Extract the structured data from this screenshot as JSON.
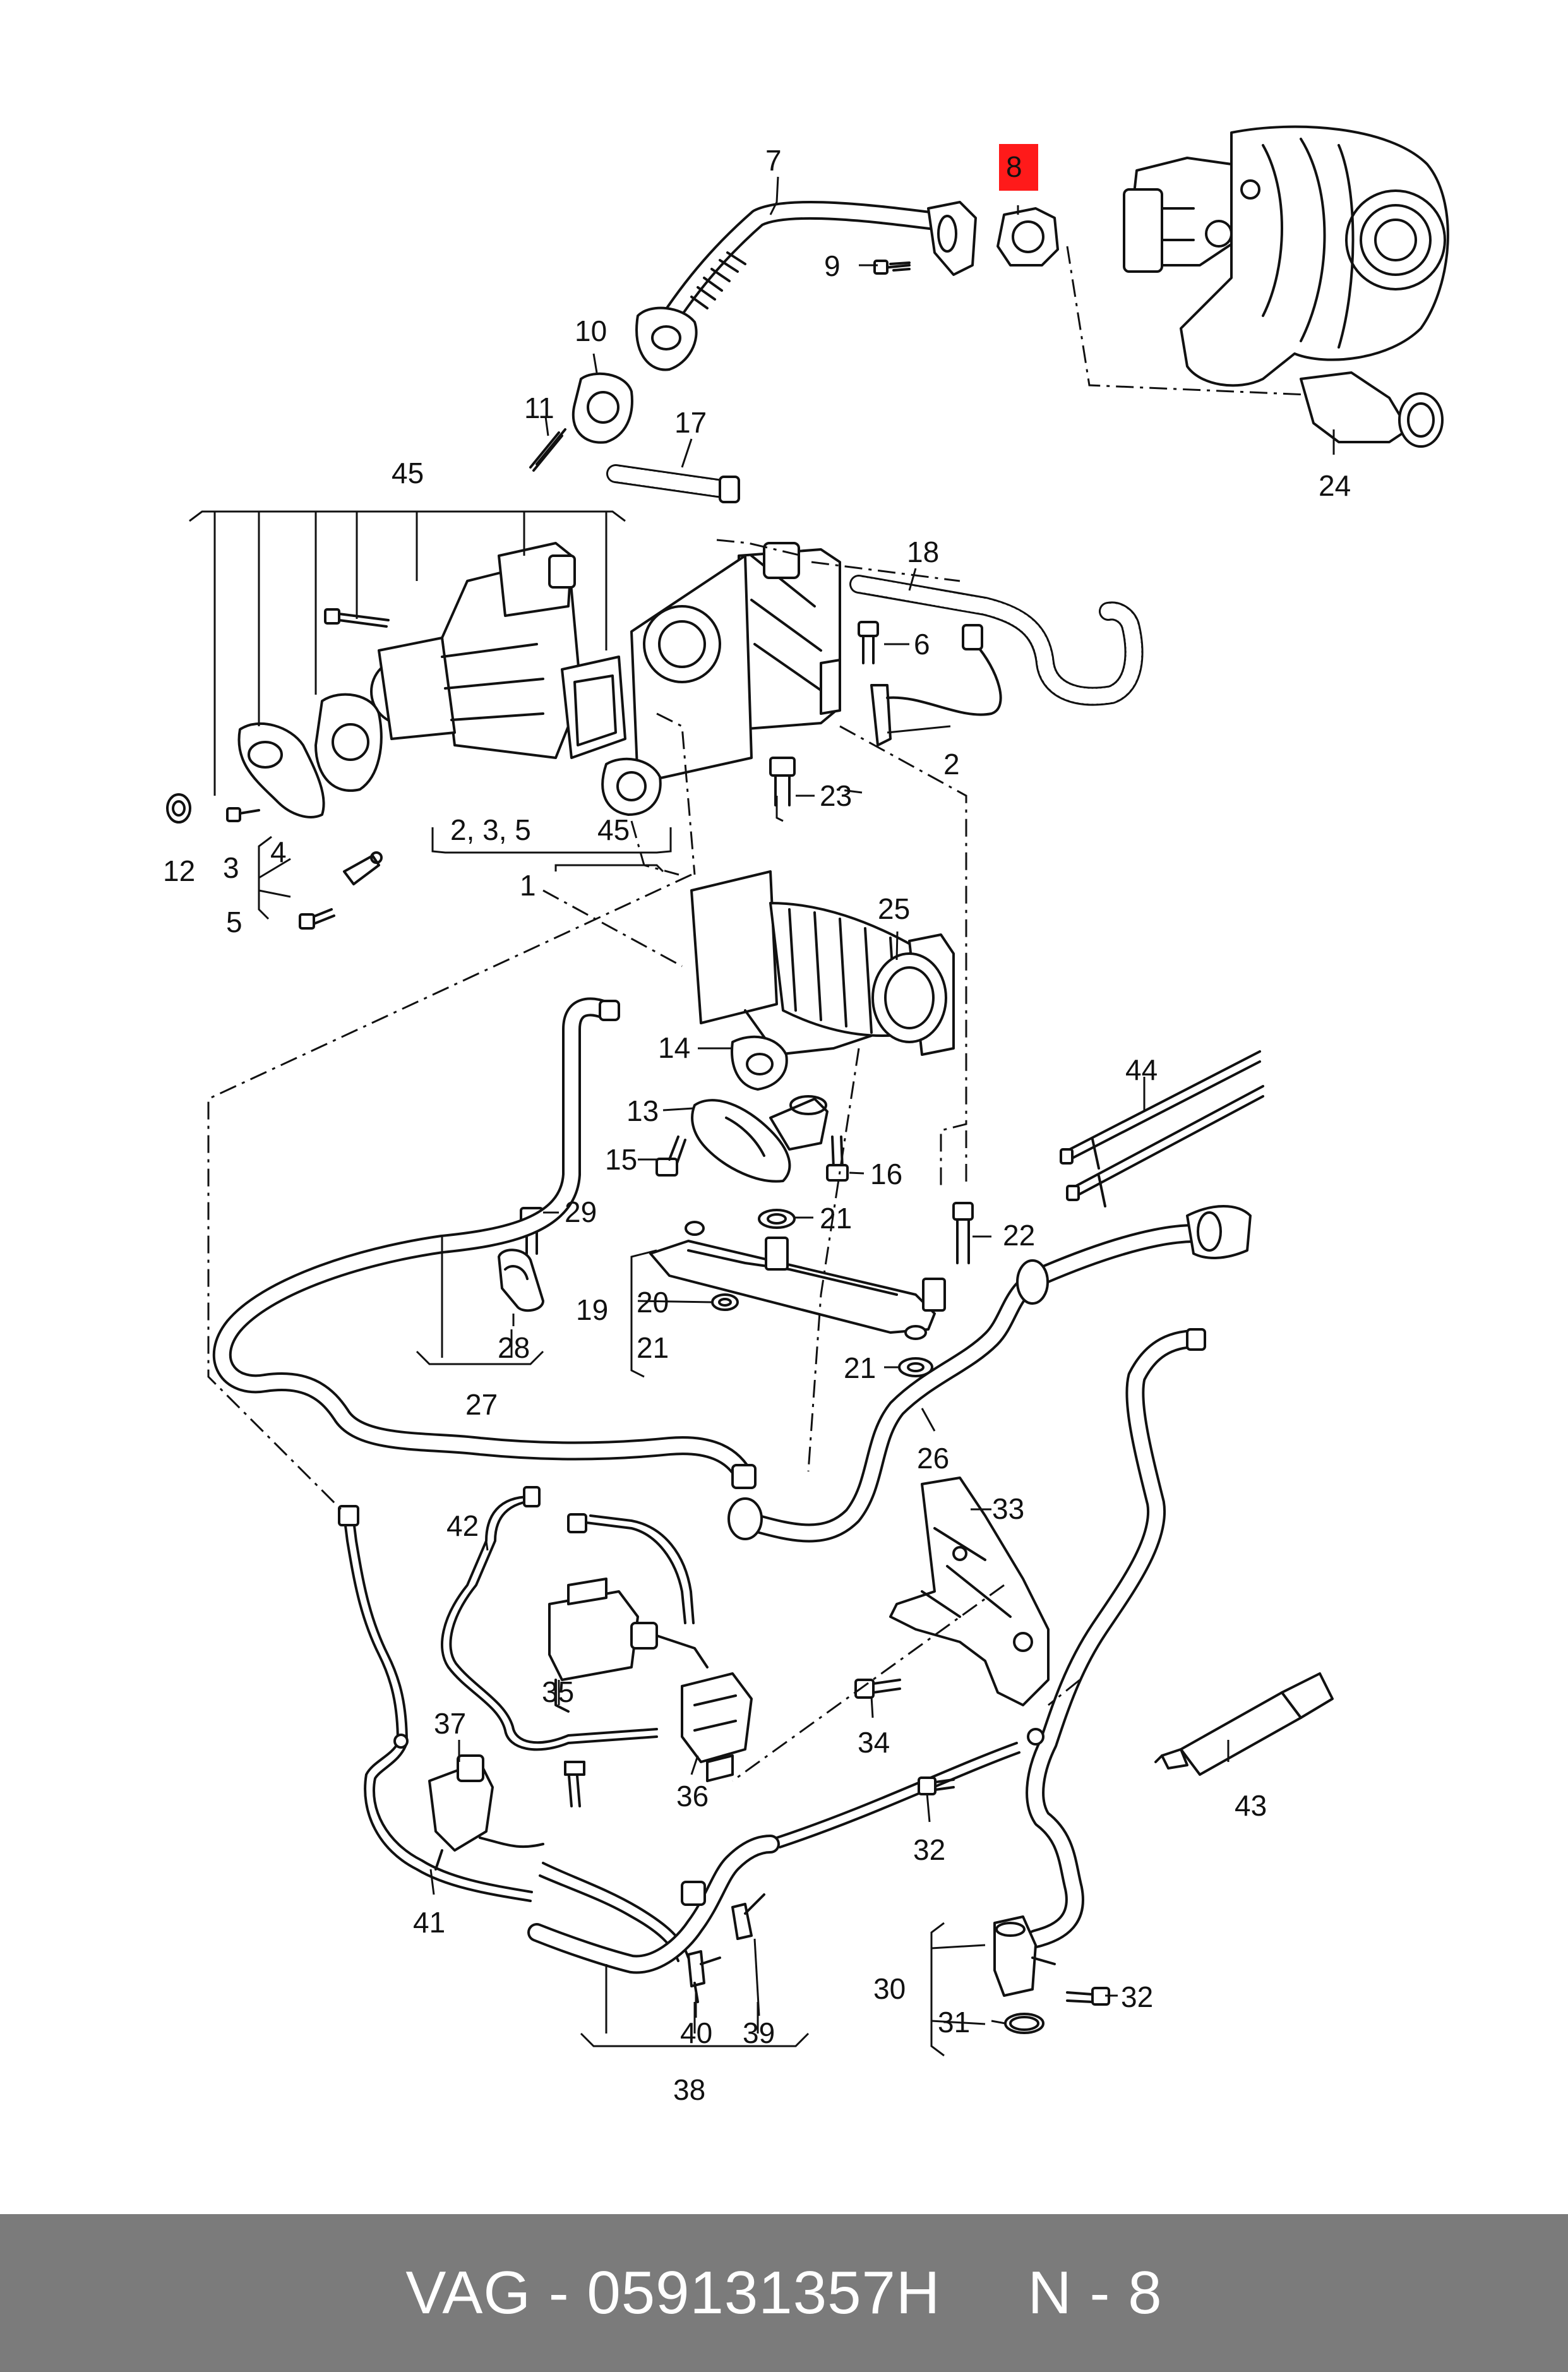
{
  "labels": {
    "p7": "7",
    "p8": "8",
    "p9": "9",
    "p10": "10",
    "p11": "11",
    "p17": "17",
    "p24": "24",
    "p45a": "45",
    "p18": "18",
    "p6": "6",
    "p2": "2",
    "p23": "23",
    "p12": "12",
    "p3": "3",
    "p4": "4",
    "p5": "5",
    "p2345": "2, 3, 5",
    "p45b": "45",
    "p1": "1",
    "p25": "25",
    "p14": "14",
    "p13": "13",
    "p15": "15",
    "p16": "16",
    "p44": "44",
    "p29": "29",
    "p21a": "21",
    "p22": "22",
    "p28": "28",
    "p19": "19",
    "p20": "20",
    "p21b": "21",
    "p21c": "21",
    "p27": "27",
    "p26": "26",
    "p33": "33",
    "p42": "42",
    "p35": "35",
    "p34": "34",
    "p37": "37",
    "p36": "36",
    "p43": "43",
    "p32a": "32",
    "p41": "41",
    "p30": "30",
    "p32b": "32",
    "p31": "31",
    "p40": "40",
    "p39": "39",
    "p38": "38"
  },
  "highlight": {
    "label": "8",
    "color": "#ff1a1a"
  },
  "footer": {
    "text": "VAG - 059131357H     N - 8",
    "background": "#7b7b7b"
  }
}
